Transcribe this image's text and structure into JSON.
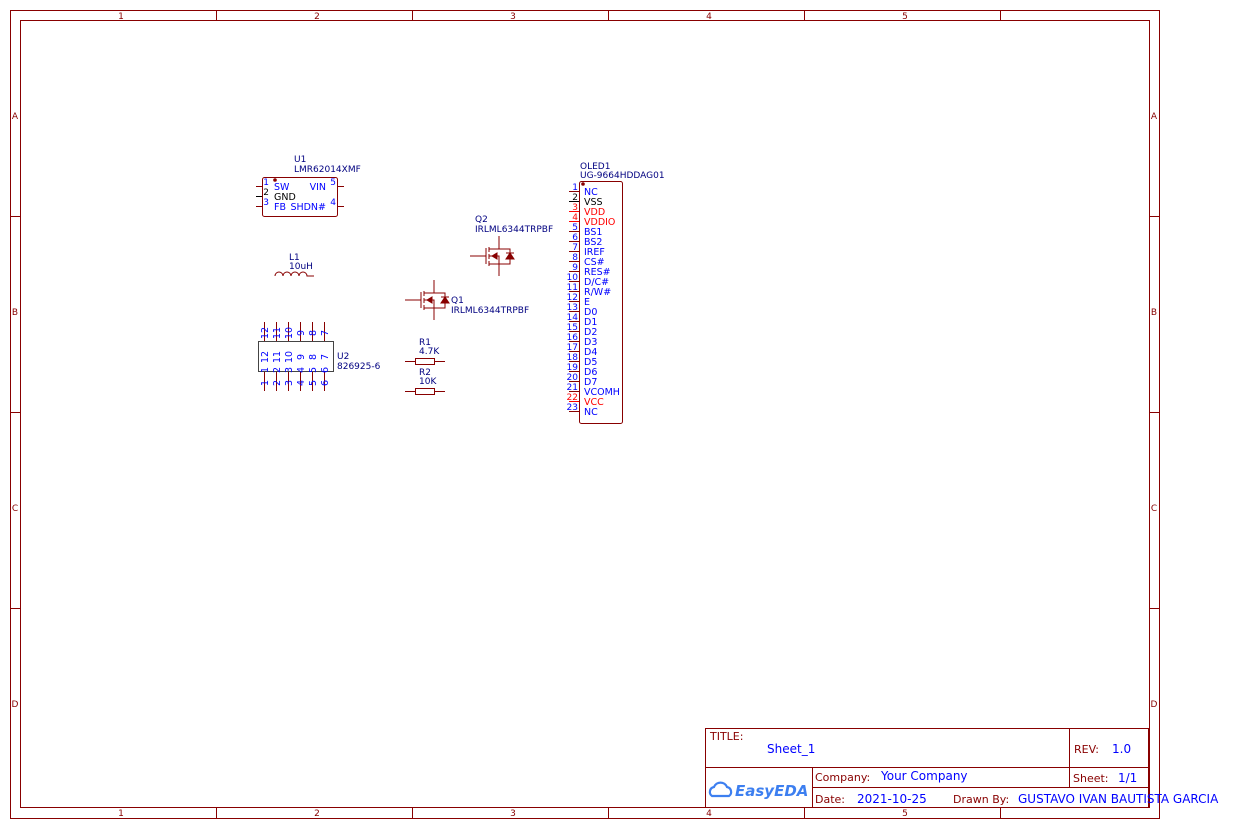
{
  "frame": {
    "columns": [
      "1",
      "2",
      "3",
      "4",
      "5"
    ],
    "rows": [
      "A",
      "B",
      "C",
      "D"
    ]
  },
  "colors": {
    "frame": "#880000",
    "designator": "#000080",
    "pin_name": "#0000ff",
    "power_pin": "#ff0000"
  },
  "u1": {
    "designator": "U1",
    "value": "LMR62014XMF",
    "pins": [
      {
        "num": "1",
        "name": "SW"
      },
      {
        "num": "2",
        "name": "GND"
      },
      {
        "num": "3",
        "name": "FB"
      },
      {
        "num": "5",
        "name": "VIN"
      },
      {
        "num": "4",
        "name": "SHDN#"
      }
    ]
  },
  "l1": {
    "designator": "L1",
    "value": "10uH"
  },
  "u2": {
    "designator": "U2",
    "value": "826925-6",
    "top_pins": [
      "12",
      "11",
      "10",
      "9",
      "8",
      "7"
    ],
    "bottom_pins": [
      "1",
      "2",
      "3",
      "4",
      "5",
      "6"
    ]
  },
  "q1": {
    "designator": "Q1",
    "value": "IRLML6344TRPBF"
  },
  "q2": {
    "designator": "Q2",
    "value": "IRLML6344TRPBF"
  },
  "r1": {
    "designator": "R1",
    "value": "4.7K"
  },
  "r2": {
    "designator": "R2",
    "value": "10K"
  },
  "oled": {
    "designator": "OLED1",
    "value": "UG-9664HDDAG01",
    "pins": [
      {
        "num": "1",
        "name": "NC",
        "type": "signal"
      },
      {
        "num": "2",
        "name": "VSS",
        "type": "ground"
      },
      {
        "num": "3",
        "name": "VDD",
        "type": "power"
      },
      {
        "num": "4",
        "name": "VDDIO",
        "type": "power"
      },
      {
        "num": "5",
        "name": "BS1",
        "type": "signal"
      },
      {
        "num": "6",
        "name": "BS2",
        "type": "signal"
      },
      {
        "num": "7",
        "name": "IREF",
        "type": "signal"
      },
      {
        "num": "8",
        "name": "CS#",
        "type": "signal"
      },
      {
        "num": "9",
        "name": "RES#",
        "type": "signal"
      },
      {
        "num": "10",
        "name": "D/C#",
        "type": "signal"
      },
      {
        "num": "11",
        "name": "R/W#",
        "type": "signal"
      },
      {
        "num": "12",
        "name": "E",
        "type": "signal"
      },
      {
        "num": "13",
        "name": "D0",
        "type": "signal"
      },
      {
        "num": "14",
        "name": "D1",
        "type": "signal"
      },
      {
        "num": "15",
        "name": "D2",
        "type": "signal"
      },
      {
        "num": "16",
        "name": "D3",
        "type": "signal"
      },
      {
        "num": "17",
        "name": "D4",
        "type": "signal"
      },
      {
        "num": "18",
        "name": "D5",
        "type": "signal"
      },
      {
        "num": "19",
        "name": "D6",
        "type": "signal"
      },
      {
        "num": "20",
        "name": "D7",
        "type": "signal"
      },
      {
        "num": "21",
        "name": "VCOMH",
        "type": "signal"
      },
      {
        "num": "22",
        "name": "VCC",
        "type": "power"
      },
      {
        "num": "23",
        "name": "NC",
        "type": "signal"
      }
    ]
  },
  "title_block": {
    "title_label": "TITLE:",
    "title": "Sheet_1",
    "rev_label": "REV:",
    "rev": "1.0",
    "company_label": "Company:",
    "company": "Your Company",
    "sheet_label": "Sheet:",
    "sheet": "1/1",
    "date_label": "Date:",
    "date": "2021-10-25",
    "drawn_label": "Drawn By:",
    "drawn_by": "GUSTAVO IVAN BAUTISTA GARCIA",
    "logo_text": "EasyEDA"
  }
}
